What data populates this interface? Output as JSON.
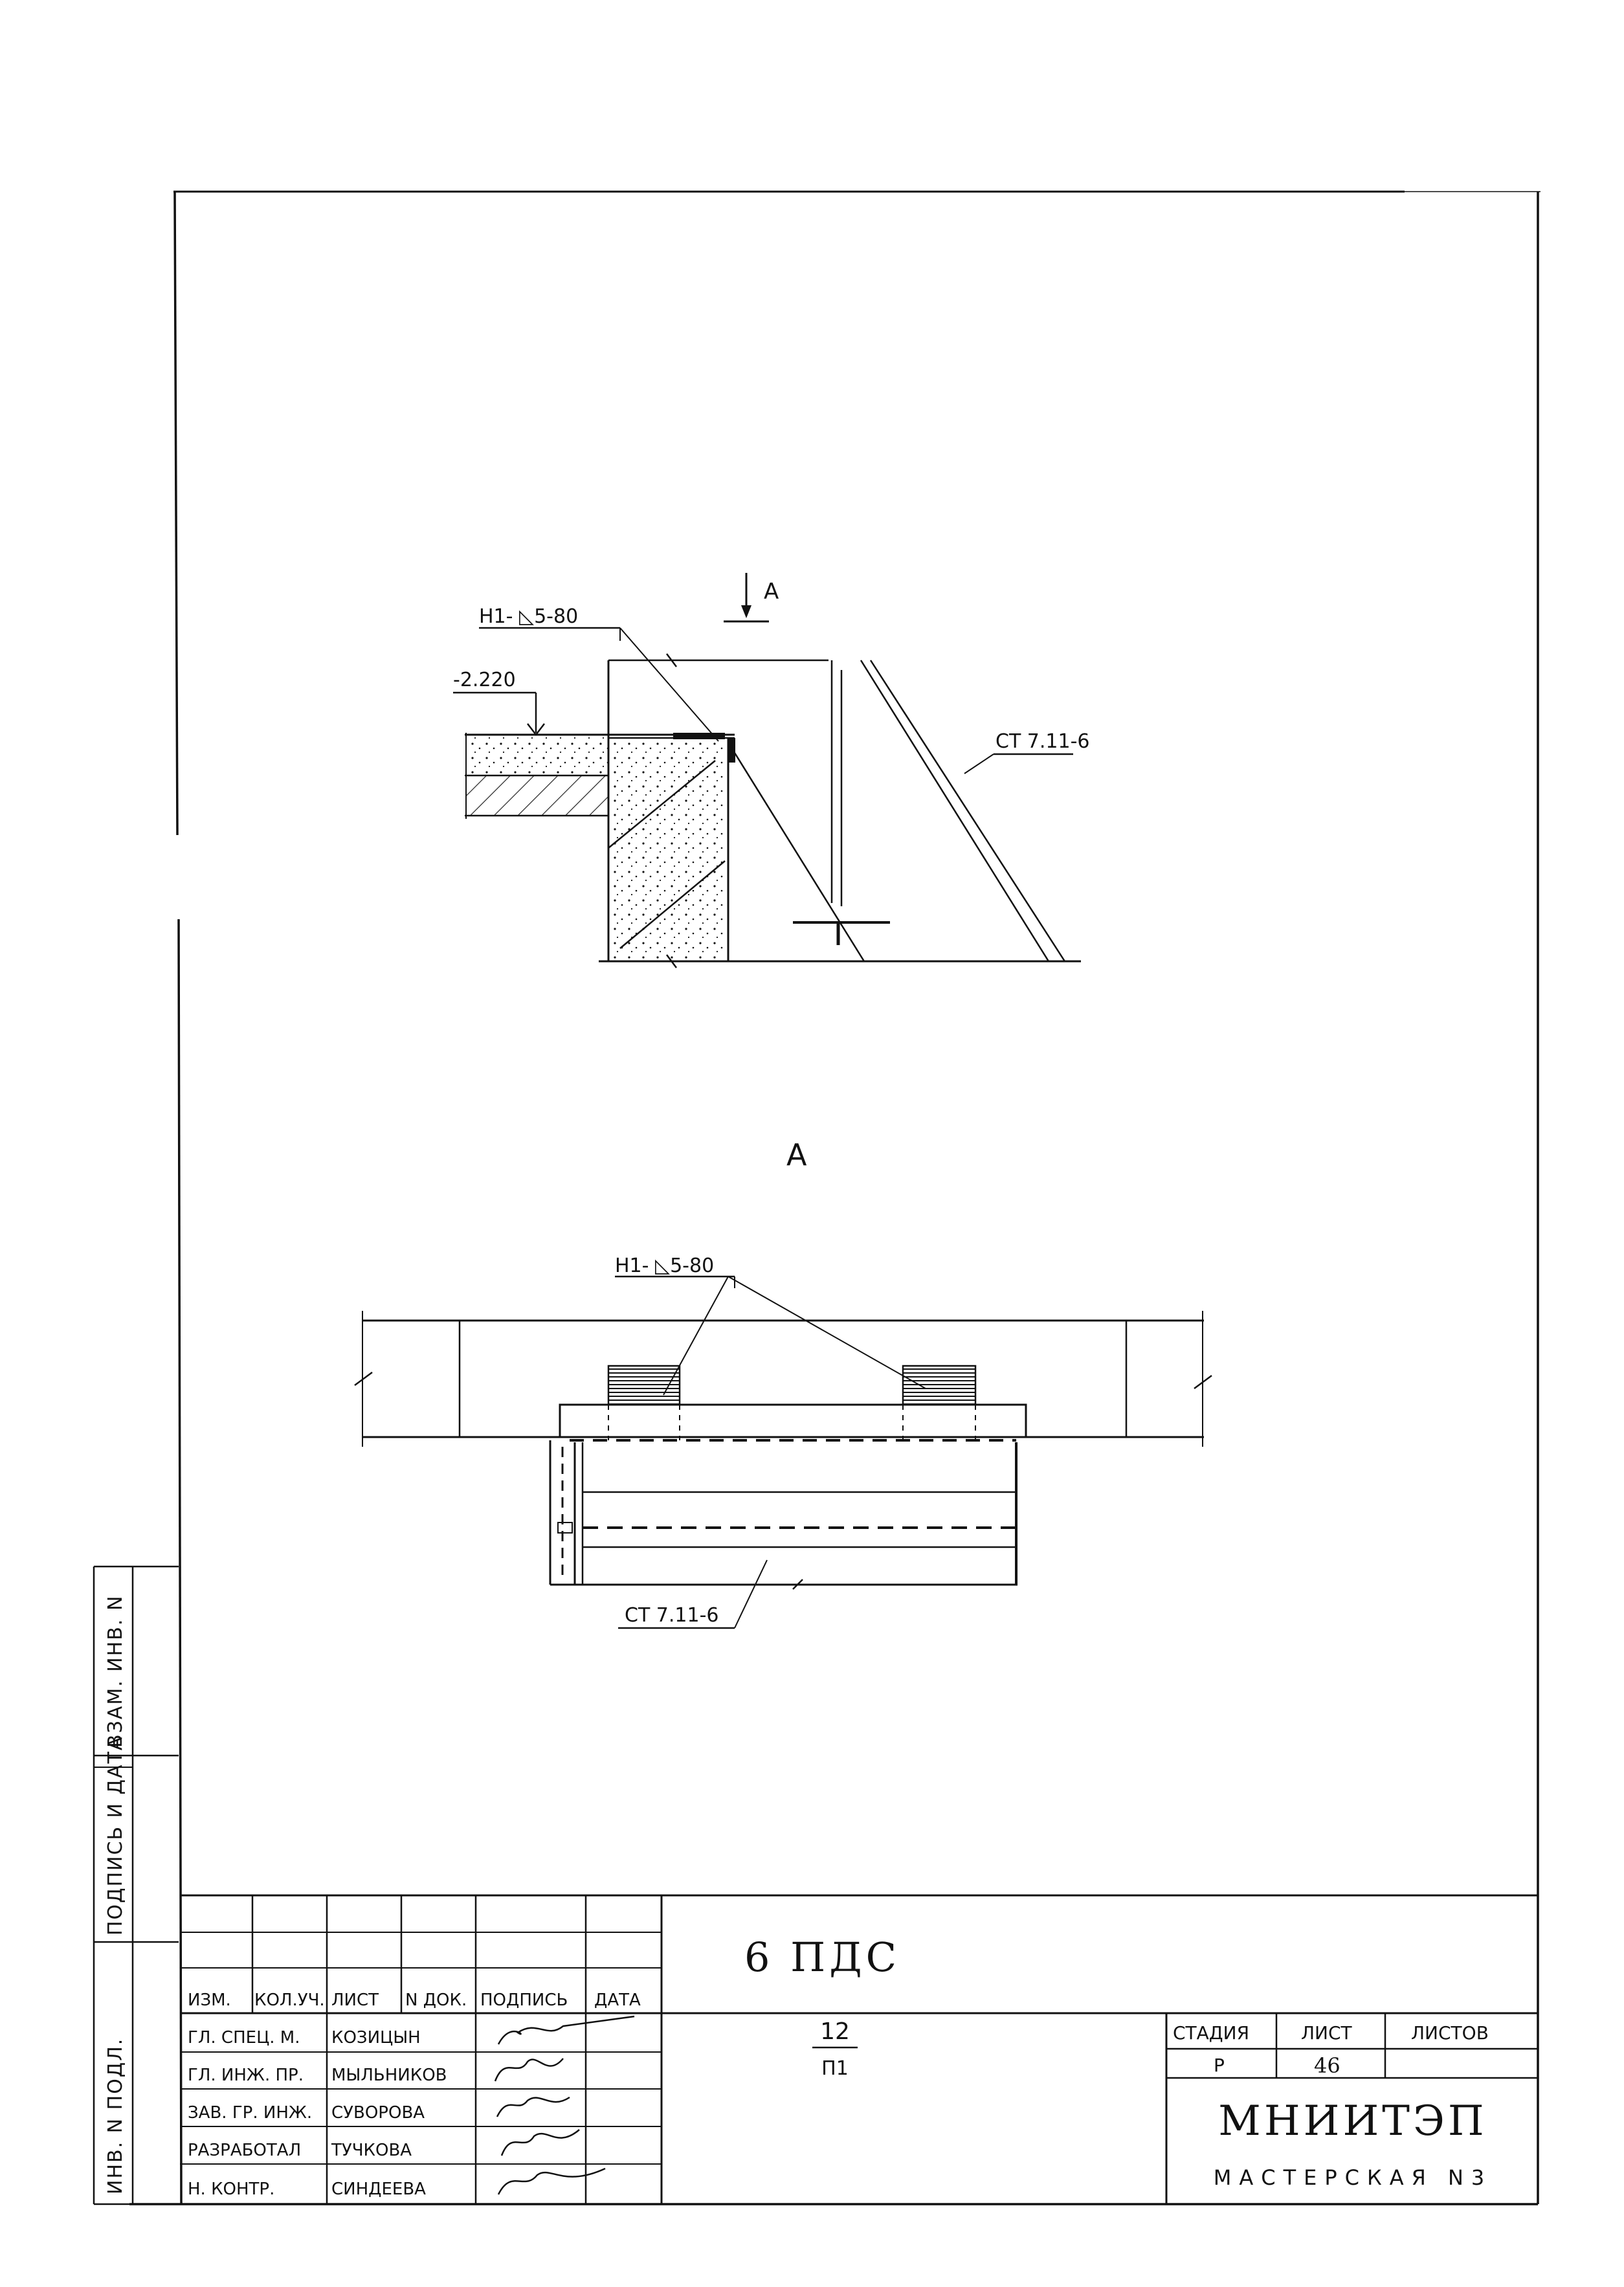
{
  "drawing": {
    "section_top": {
      "weld_label": "Н1- ◺5-80",
      "elevation_label": "-2.220",
      "section_arrow_label": "А",
      "panel_label": "СТ 7.11-6"
    },
    "view_title": "А",
    "plan_view": {
      "weld_label": "Н1- ◺5-80",
      "panel_label": "СТ 7.11-6"
    }
  },
  "left_stamp": {
    "inv_orig": "ИНВ. N ПОДЛ.",
    "sign_date": "ПОДПИСЬ И ДАТА",
    "replace_inv": "ВЗАМ. ИНВ. N"
  },
  "title_block": {
    "headers": [
      "ИЗМ.",
      "КОЛ.УЧ.",
      "ЛИСТ",
      "N ДОК.",
      "ПОДПИСЬ",
      "ДАТА"
    ],
    "rows": [
      {
        "role": "ГЛ. СПЕЦ. М.",
        "name": "КОЗИЦЫН"
      },
      {
        "role": "ГЛ. ИНЖ. ПР.",
        "name": "МЫЛЬНИКОВ"
      },
      {
        "role": "ЗАВ. ГР. ИНЖ.",
        "name": "СУВОРОВА"
      },
      {
        "role": "РАЗРАБОТАЛ",
        "name": "ТУЧКОВА"
      },
      {
        "role": "Н. КОНТР.",
        "name": "СИНДЕЕВА"
      }
    ],
    "project_code": "6 ПДС",
    "sheet_numerator": "12",
    "sheet_denominator": "П1",
    "stage_header": "СТАДИЯ",
    "sheet_header": "ЛИСТ",
    "sheets_header": "ЛИСТОВ",
    "stage_value": "Р",
    "sheet_value": "46",
    "sheets_value": "",
    "organization": "МНИИТЭП",
    "workshop": "МАСТЕРСКАЯ N3"
  }
}
